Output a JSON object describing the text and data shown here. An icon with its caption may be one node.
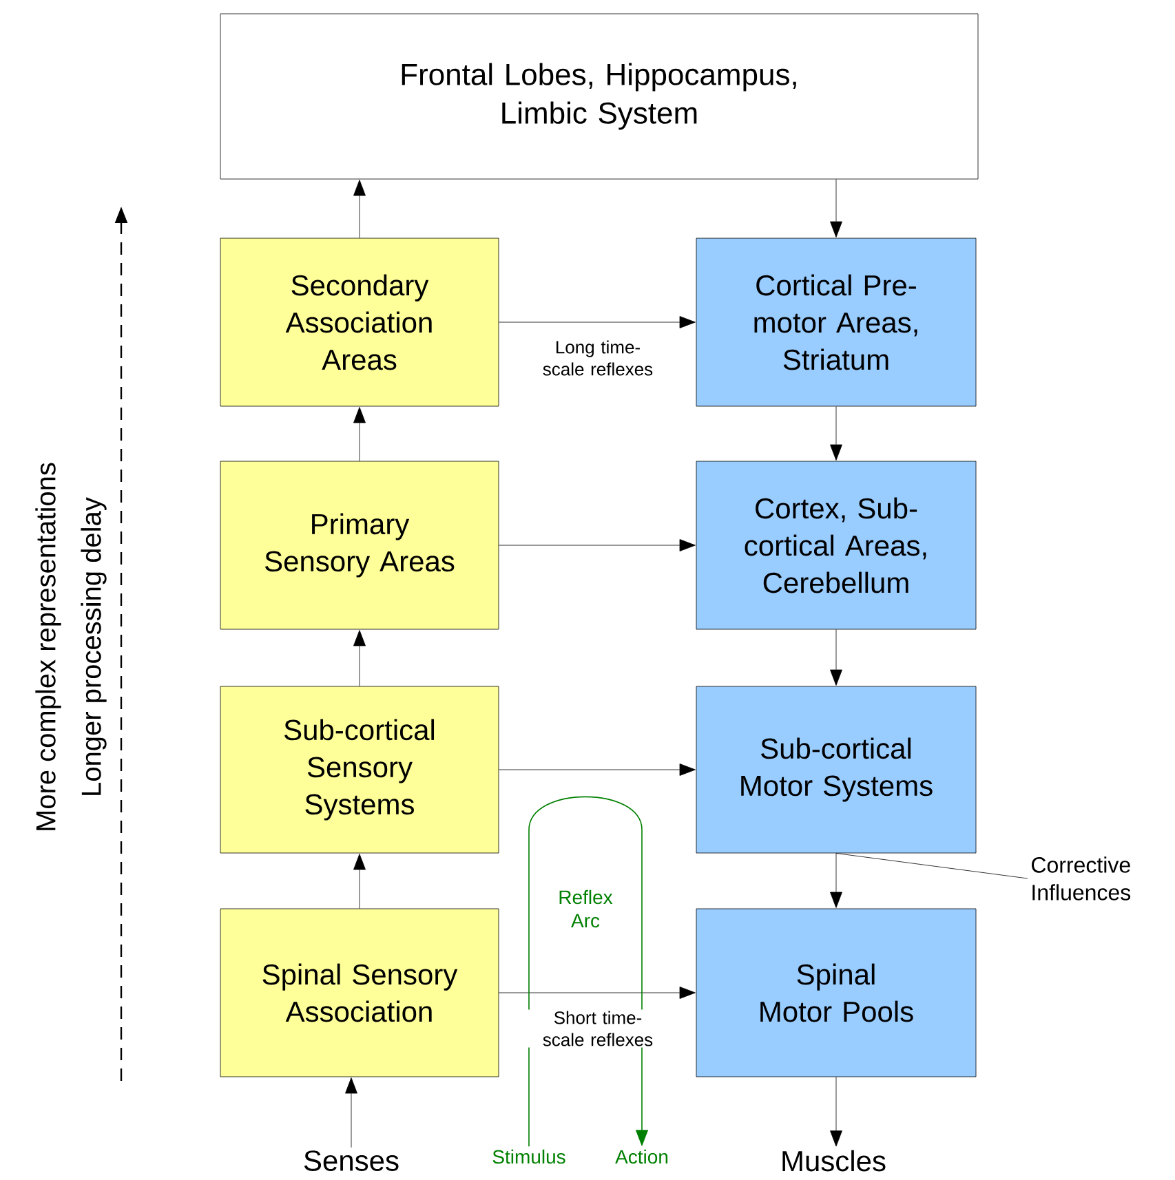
{
  "diagram": {
    "nodes": [
      {
        "text": [
          "Frontal Lobes, Hippocampus, Limbic System"
        ]
      },
      {
        "text": [
          "Secondary Association Areas"
        ]
      },
      {
        "text": [
          "Cortical Pre-motor Areas, Striatum"
        ]
      },
      {
        "text": [
          "Primary Sensory Areas"
        ]
      },
      {
        "text": [
          "Cortex, Sub-cortical Areas, Cerebellum"
        ]
      },
      {
        "text": [
          "Sub-cortical Sensory Systems"
        ]
      },
      {
        "text": [
          "Sub-cortical Motor Systems"
        ]
      },
      {
        "text": [
          "Spinal Sensory Association"
        ]
      },
      {
        "text": [
          "Spinal Motor Pools"
        ]
      },
      {
        "text": [
          "Senses"
        ]
      },
      {
        "text": [
          "Muscles"
        ]
      },
      {
        "text": [
          "Stimulus"
        ]
      },
      {
        "text": [
          "Action"
        ]
      },
      {
        "text": [
          "Corrective Influences"
        ]
      }
    ],
    "edges": [
      {
        "from": 1,
        "to": 0,
        "arrow": "to"
      },
      {
        "from": 0,
        "to": 2,
        "arrow": "to"
      },
      {
        "from": 1,
        "to": 2,
        "arrow": "to",
        "label": "Long time-scale reflexes"
      },
      {
        "from": 3,
        "to": 1,
        "arrow": "to"
      },
      {
        "from": 2,
        "to": 4,
        "arrow": "to"
      },
      {
        "from": 3,
        "to": 4,
        "arrow": "to"
      },
      {
        "from": 5,
        "to": 3,
        "arrow": "to"
      },
      {
        "from": 4,
        "to": 6,
        "arrow": "to"
      },
      {
        "from": 5,
        "to": 6,
        "arrow": "to"
      },
      {
        "from": 7,
        "to": 5,
        "arrow": "to"
      },
      {
        "from": 6,
        "to": 8,
        "arrow": "to"
      },
      {
        "from": 7,
        "to": 8,
        "arrow": "to",
        "label": "Short time-scale reflexes"
      },
      {
        "from": 9,
        "to": 7,
        "arrow": "to"
      },
      {
        "from": 8,
        "to": 10,
        "arrow": "to"
      },
      {
        "from": 11,
        "to": 12,
        "arrow": "to",
        "label": "Reflex Arc",
        "color": "#008000"
      },
      {
        "from": 13,
        "to": 6,
        "arrow": "none"
      }
    ],
    "labels": [
      "More complex representations",
      "Longer processing delay"
    ]
  }
}
